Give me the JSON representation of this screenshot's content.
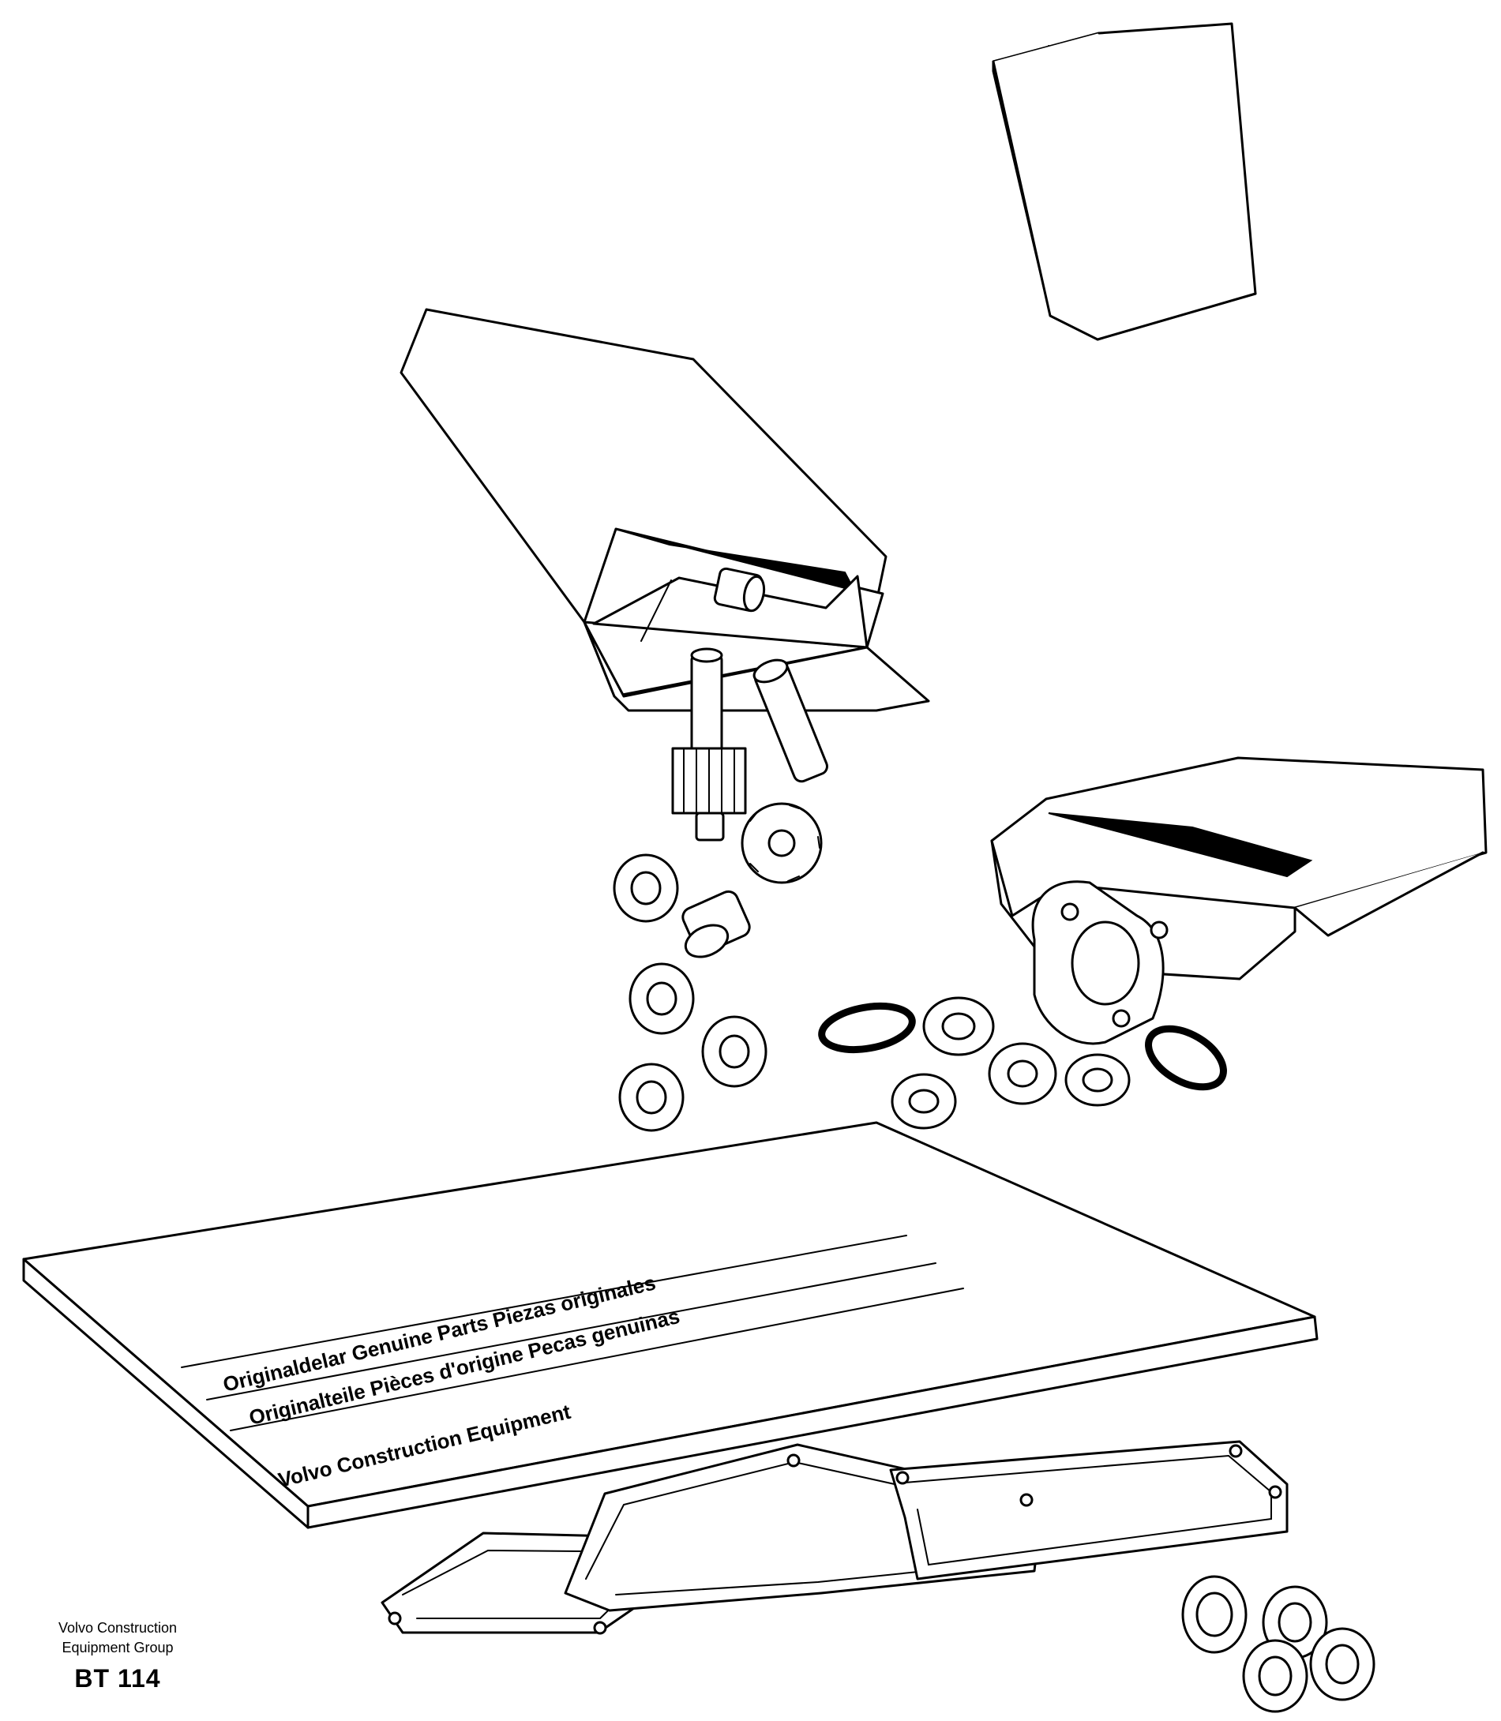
{
  "catalog": {
    "line1": "Originaldelar Genuine Parts Piezas originales",
    "line2": "Originalteile Pièces d'origine Pecas genuinas",
    "line3": "Volvo Construction Equipment"
  },
  "footer": {
    "brand_line1": "Volvo Construction",
    "brand_line2": "Equipment Group",
    "code": "BT 114"
  }
}
